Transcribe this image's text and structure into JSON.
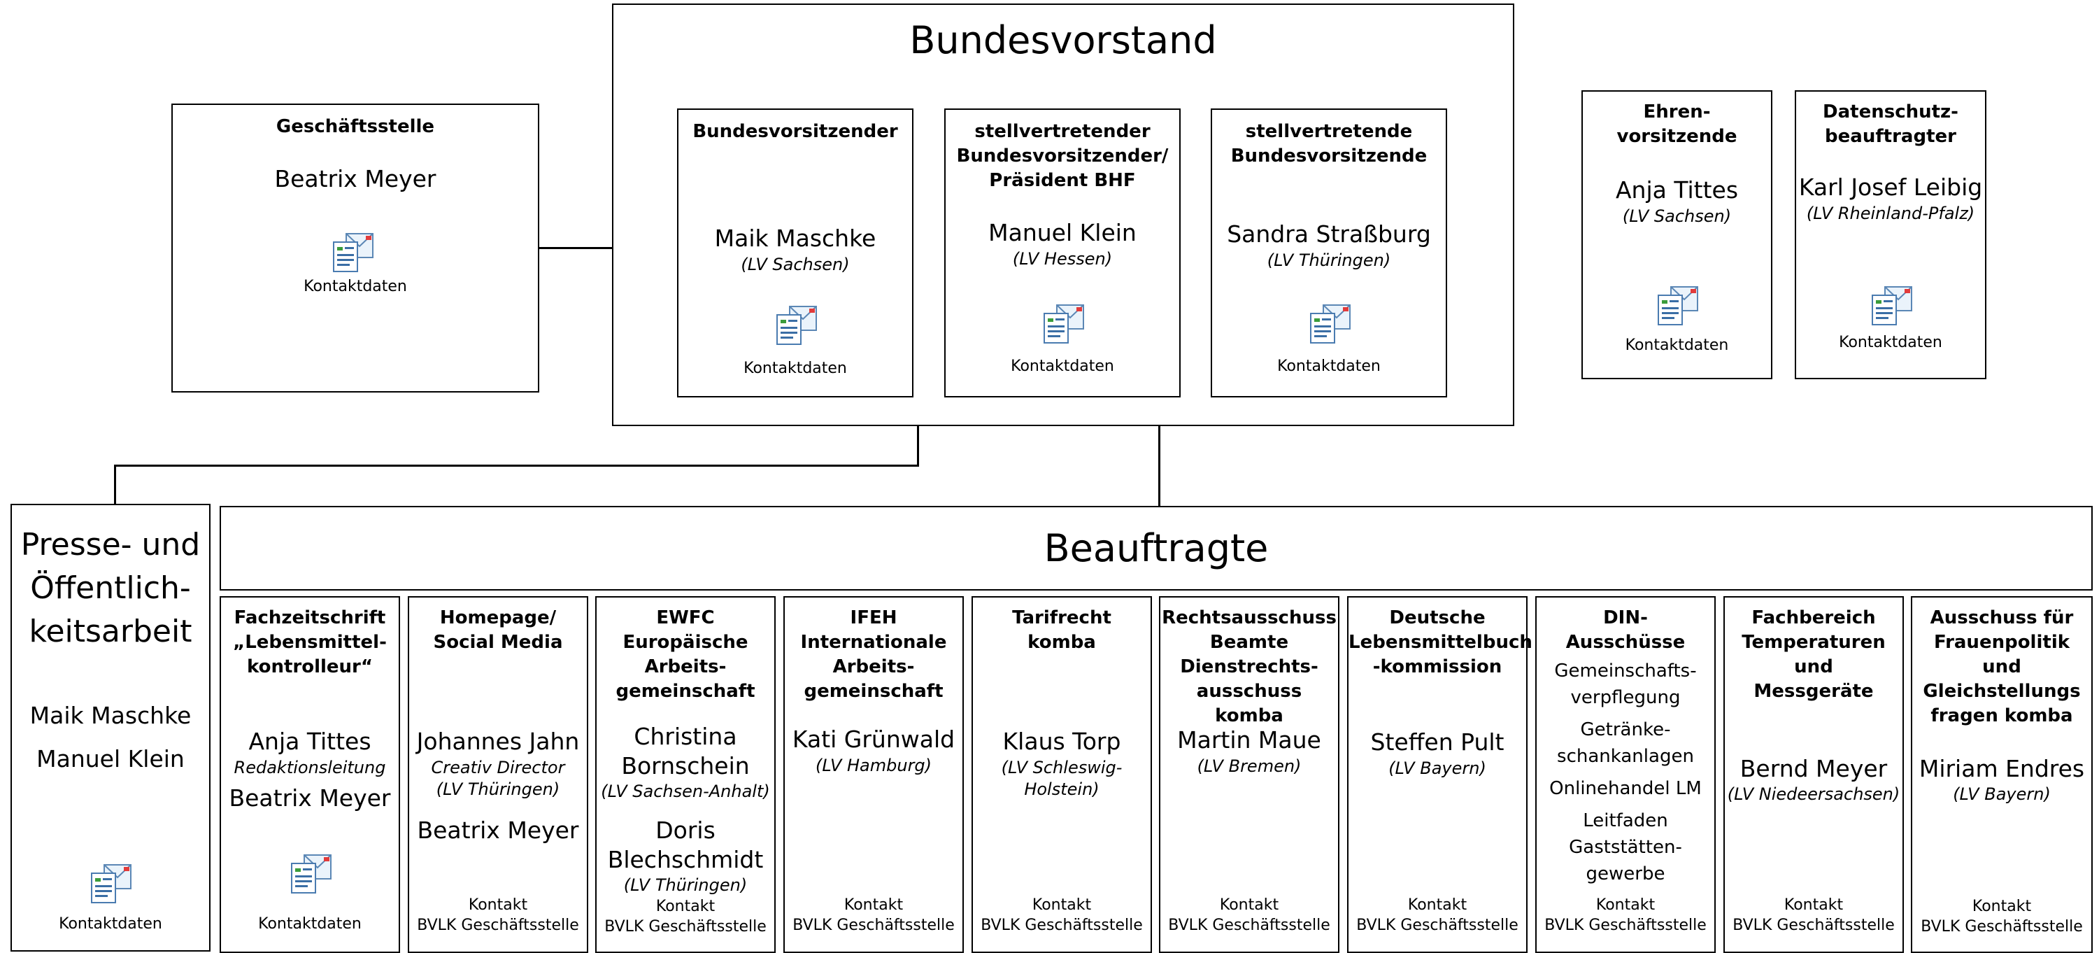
{
  "contact_label": "Kontaktdaten",
  "contact_office": "Kontakt\nBVLK Geschäftsstelle",
  "geschaeftsstelle": {
    "title": "Geschäftsstelle",
    "name": "Beatrix Meyer"
  },
  "bundesvorstand": {
    "title": "Bundesvorstand",
    "members": [
      {
        "role": "Bundesvorsitzender",
        "name": "Maik Maschke",
        "lv": "(LV Sachsen)"
      },
      {
        "role": "stellvertretender\nBundesvorsitzender/\nPräsident BHF",
        "name": "Manuel Klein",
        "lv": "(LV Hessen)"
      },
      {
        "role": "stellvertretende\nBundesvorsitzende",
        "name": "Sandra Straßburg",
        "lv": "(LV Thüringen)"
      }
    ]
  },
  "ehren": {
    "title": "Ehren-\nvorsitzende",
    "name": "Anja Tittes",
    "lv": "(LV Sachsen)"
  },
  "datenschutz": {
    "title": "Datenschutz-\nbeauftragter",
    "name": "Karl Josef Leibig",
    "lv": "(LV Rheinland-Pfalz)"
  },
  "presse": {
    "title": "Presse- und\nÖffentlich-\nkeitsarbeit",
    "names": [
      "Maik Maschke",
      "Manuel Klein"
    ]
  },
  "beauftragte": {
    "title": "Beauftragte",
    "columns": [
      {
        "title": "Fachzeitschrift\n„Lebensmittel-\nkontrolleur“",
        "name": "Anja Tittes",
        "sub": "Redaktionsleitung",
        "name2": "Beatrix Meyer"
      },
      {
        "title": "Homepage/\nSocial Media",
        "name": "Johannes Jahn",
        "sub": "Creativ Director\n(LV Thüringen)",
        "name2": "Beatrix Meyer"
      },
      {
        "title": "EWFC\nEuropäische\nArbeits-\ngemeinschaft",
        "name": "Christina\nBornschein",
        "sub": "(LV Sachsen-Anhalt)",
        "name2": "Doris\nBlechschmidt",
        "sub2": "(LV Thüringen)"
      },
      {
        "title": "IFEH\nInternationale\nArbeits-\ngemeinschaft",
        "name": "Kati Grünwald",
        "sub": "(LV Hamburg)"
      },
      {
        "title": "Tarifrecht\nkomba",
        "name": "Klaus Torp",
        "sub": "(LV Schleswig-\nHolstein)"
      },
      {
        "title": "Rechtsausschuss\nBeamte\nDienstrechts-\nausschuss komba",
        "name": "Martin Maue",
        "sub": "(LV Bremen)"
      },
      {
        "title": "Deutsche\nLebensmittelbuch\n-kommission",
        "name": "Steffen Pult",
        "sub": "(LV Bayern)"
      },
      {
        "title": "DIN-\nAusschüsse",
        "items": [
          "Gemeinschafts-\nverpflegung",
          "Getränke-\nschankanlagen",
          "Onlinehandel LM",
          "Leitfaden\nGaststätten-\ngewerbe"
        ]
      },
      {
        "title": "Fachbereich\nTemperaturen\nund\nMessgeräte",
        "name": "Bernd Meyer",
        "sub": "(LV Niedeersachsen)"
      },
      {
        "title": "Ausschuss für\nFrauenpolitik\nund\nGleichstellungs\nfragen komba",
        "name": "Miriam Endres",
        "sub": "(LV Bayern)"
      }
    ]
  }
}
